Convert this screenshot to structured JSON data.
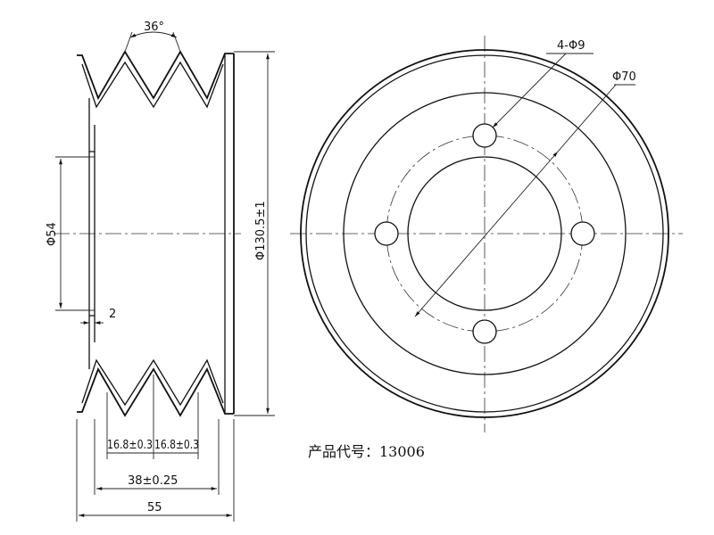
{
  "drawing": {
    "dimensions": {
      "groove_angle": "36°",
      "hole_pattern": "4-Φ9",
      "bolt_circle": "Φ70",
      "bore": "Φ54",
      "outer_diameter": "Φ130.5±1",
      "flange_thickness": "2",
      "groove_pitch_1": "16.8±0.3",
      "groove_pitch_2": "16.8±0.3",
      "groove_span": "38±0.25",
      "overall_width": "55"
    },
    "product_code_label": "产品代号：13006"
  }
}
